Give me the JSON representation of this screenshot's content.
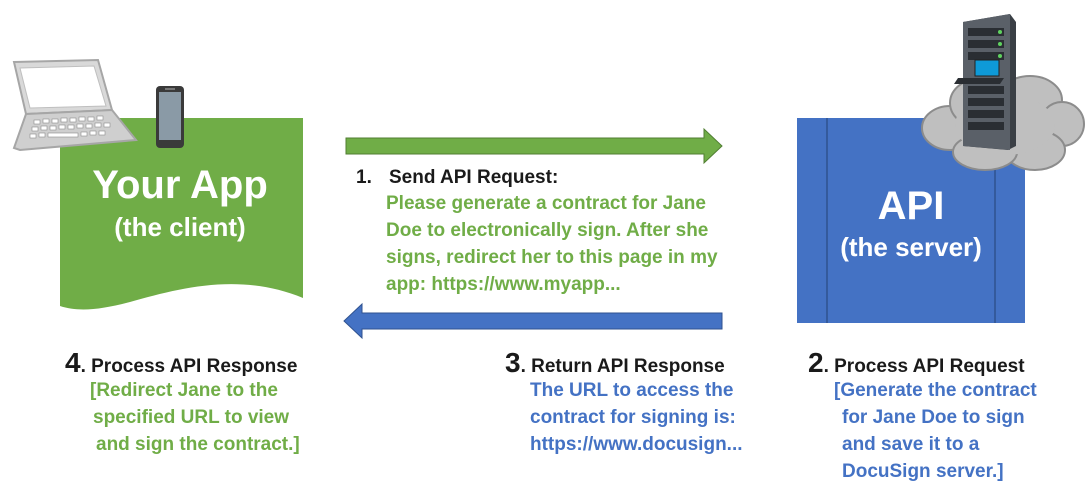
{
  "colors": {
    "client_green": "#70ad47",
    "server_blue": "#4472c4",
    "text_dark": "#1a1a1a",
    "text_white": "#ffffff"
  },
  "client": {
    "title": "Your App",
    "subtitle": "(the client)",
    "icons": [
      "laptop-icon",
      "smartphone-icon"
    ]
  },
  "server": {
    "title": "API",
    "subtitle": "(the server)",
    "icons": [
      "server-rack-icon",
      "cloud-icon"
    ]
  },
  "steps": {
    "step1": {
      "number": "1.",
      "title": "Send API Request:",
      "lines": [
        "Please generate a contract for Jane",
        "Doe to electronically sign. After she",
        "signs, redirect her to this page in my",
        "app: https://www.myapp..."
      ]
    },
    "step2": {
      "number": "2",
      "title": ". Process API Request",
      "lines": [
        "[Generate the contract",
        "for Jane Doe to sign",
        "and save it to a",
        "DocuSign server.]"
      ]
    },
    "step3": {
      "number": "3",
      "title": ". Return API Response",
      "lines": [
        "The URL to access the",
        "contract for signing is:",
        "https://www.docusign..."
      ]
    },
    "step4": {
      "number": "4",
      "title": ". Process API Response",
      "lines": [
        "[Redirect Jane to the",
        "specified URL to view",
        "and sign the contract.]"
      ]
    }
  }
}
